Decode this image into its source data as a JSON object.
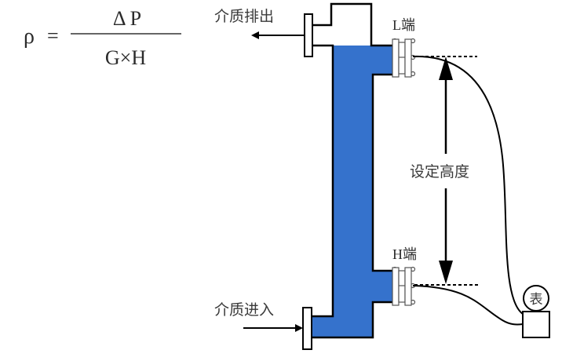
{
  "formula": {
    "lhs": "ρ",
    "equals": "=",
    "numerator": "Δ P",
    "denominator": "G×H"
  },
  "labels": {
    "outlet": "介质排出",
    "inlet": "介质进入",
    "low_end": "L端",
    "high_end": "H端",
    "set_height": "设定高度",
    "meter": "表"
  },
  "colors": {
    "liquid": "#3572CC",
    "line": "#000000",
    "flange_fill": "#ffffff"
  }
}
